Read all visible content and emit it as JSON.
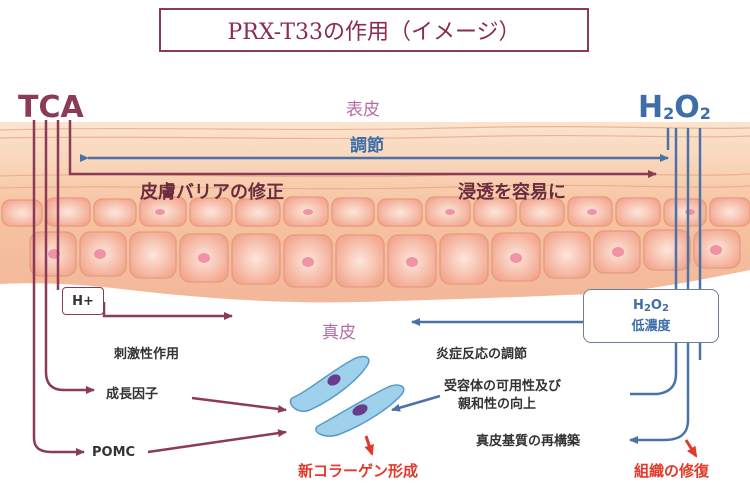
{
  "title": "PRX-T33の作用（イメージ）",
  "left_agent": "TCA",
  "right_agent": {
    "prefix": "H",
    "sub1": "2",
    "mid": "O",
    "sub2": "2"
  },
  "epidermis_label": "表皮",
  "regulation_label": "調節",
  "barrier_label": "皮膚バリアの修正",
  "penetration_label": "浸透を容易に",
  "dermis_label": "真皮",
  "hplus_label": "H+",
  "h2o2_box": {
    "prefix": "H",
    "sub1": "2",
    "mid": "O",
    "sub2": "2",
    "line2": "低濃度"
  },
  "left_effects": [
    "刺激性作用",
    "成長因子",
    "POMC"
  ],
  "right_effects": [
    "炎症反応の調節",
    "受容体の可用性及び",
    "親和性の向上",
    "真皮基質の再構築"
  ],
  "outcomes": {
    "collagen": "新コラーゲン形成",
    "repair": "組織の修復"
  },
  "colors": {
    "tca": "#8b3a58",
    "h2o2": "#3d6ea8",
    "outcome": "#e23a2a",
    "skin": "#f6c9a6"
  }
}
